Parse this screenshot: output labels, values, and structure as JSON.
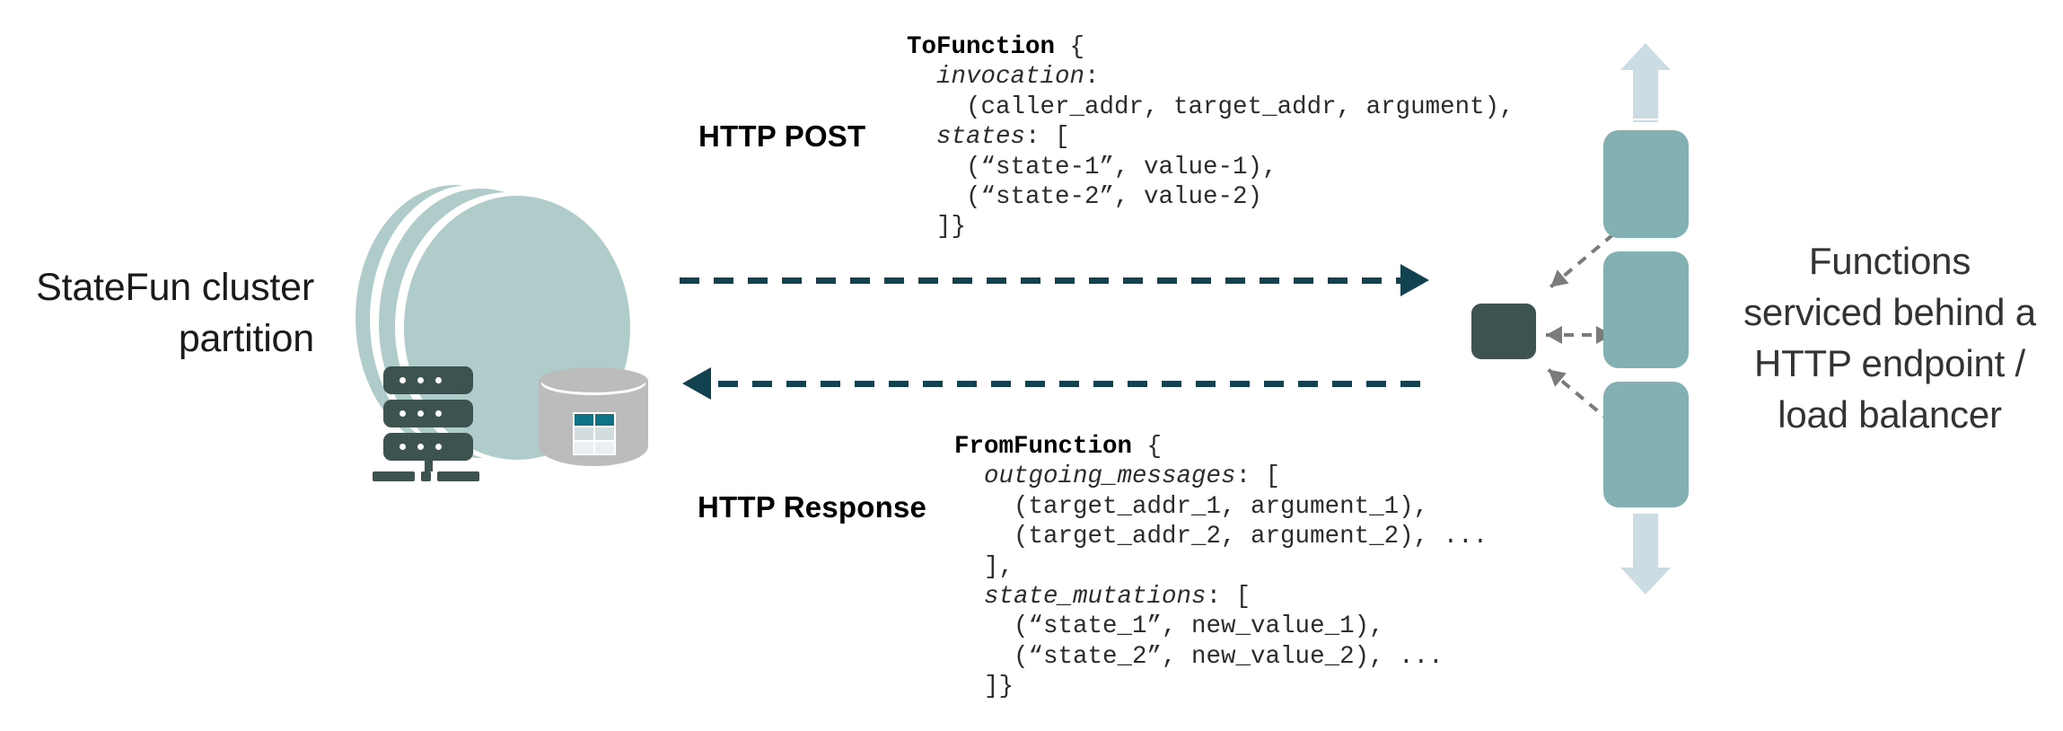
{
  "diagram": {
    "title": "StateFun remote function invocation over HTTP",
    "left": {
      "cluster_label": "StateFun cluster\npartition",
      "icons": {
        "circles": "cluster-circles-icon",
        "server": "server-rack-icon",
        "database": "database-cylinder-icon"
      }
    },
    "flows": {
      "request": {
        "caption": "HTTP POST",
        "direction": "left-to-right",
        "line_style": "dashed",
        "color": "#12414f"
      },
      "response": {
        "caption": "HTTP Response",
        "direction": "right-to-left",
        "line_style": "dashed",
        "color": "#12414f"
      }
    },
    "code": {
      "to_function": {
        "name": "ToFunction",
        "lines": [
          "ToFunction {",
          "  invocation:",
          "    (caller_addr, target_addr, argument),",
          "  states: [",
          "    (“state-1”, value-1),",
          "    (“state-2”, value-2)",
          "  ]}"
        ]
      },
      "from_function": {
        "name": "FromFunction",
        "lines": [
          "FromFunction {",
          "  outgoing_messages: [",
          "    (target_addr_1, argument_1),",
          "    (target_addr_2, argument_2), ...",
          "  ],",
          "  state_mutations: [",
          "    (“state_1”, new_value_1),",
          "    (“state_2”, new_value_2), ...",
          "  ]}"
        ]
      }
    },
    "right": {
      "load_balancer_name": "load-balancer-node",
      "functions_label": "Functions\nserviced behind a\nHTTP endpoint /\nload balancer",
      "function_instances": [
        "function-instance-1",
        "function-instance-2",
        "function-instance-3"
      ],
      "scale_arrows": [
        "scale-up-arrow",
        "scale-down-arrow"
      ]
    },
    "colors": {
      "teal_pale": "#b0ccca",
      "teal_box": "#83b0b3",
      "dark_slate": "#3d5350",
      "dark_teal_line": "#12414f",
      "gray_connector": "#7b7b7b",
      "pale_blue_arrow": "#cbdde3",
      "cylinder_gray": "#bcbcbc",
      "cell_teal": "#0f7285",
      "text": "#1a1a1a"
    }
  }
}
